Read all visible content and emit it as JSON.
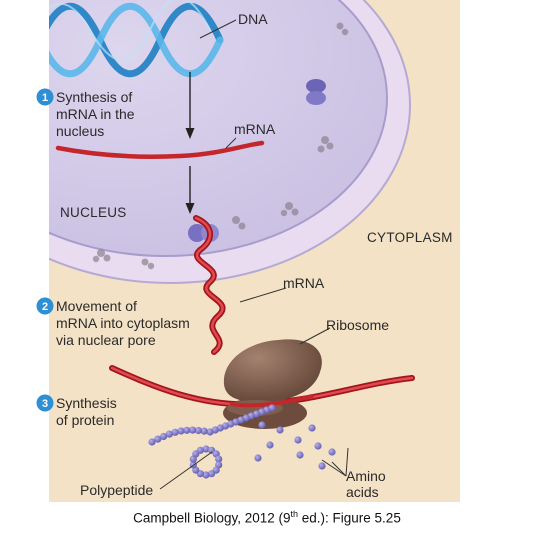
{
  "labels": {
    "dna": "DNA",
    "mrna_nucleus": "mRNA",
    "nucleus": "NUCLEUS",
    "cytoplasm": "CYTOPLASM",
    "mrna_cytoplasm": "mRNA",
    "ribosome": "Ribosome",
    "amino_line1": "Amino",
    "amino_line2": "acids",
    "polypeptide": "Polypeptide"
  },
  "steps": [
    {
      "number": "1",
      "lines": [
        "Synthesis of",
        "mRNA in the",
        "nucleus"
      ]
    },
    {
      "number": "2",
      "lines": [
        "Movement of",
        "mRNA into cytoplasm",
        "via nuclear pore"
      ]
    },
    {
      "number": "3",
      "lines": [
        "Synthesis",
        "of protein"
      ]
    }
  ],
  "caption": {
    "prefix": "Campbell Biology, 2012 (9",
    "superscript": "th",
    "suffix": " ed.): Figure 5.25"
  },
  "colors": {
    "cytoplasm": "#f4e2c6",
    "nucleus": "#d5cde8",
    "envelope": "#b7acd6",
    "dna_strand": "#4aa6df",
    "mrna": "#c5262c",
    "ribosome": "#7b5a48",
    "amino_acid": "#7f78c9",
    "step_badge": "#2f8fd3"
  }
}
